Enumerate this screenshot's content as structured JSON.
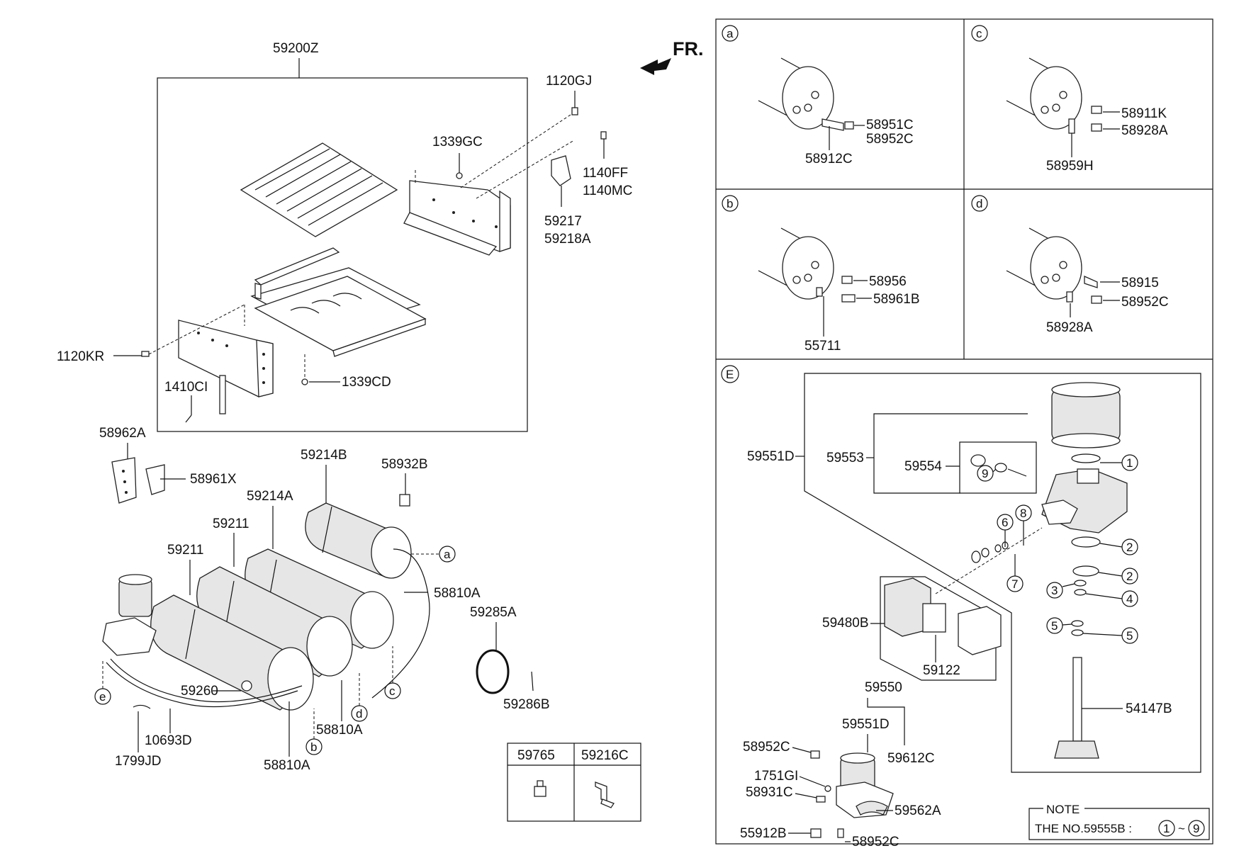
{
  "fr_label": "FR.",
  "main": {
    "assy_label": "59200Z",
    "bracket_parts": {
      "bolt_top": "1120GJ",
      "nut_top": "1339GC",
      "bolt_side_1": "1140FF",
      "bolt_side_2": "1140MC",
      "bracket_1": "59217",
      "bracket_2": "59218A",
      "bolt_left": "1120KR",
      "nut_bottom": "1339CD",
      "pin": "1410CI"
    },
    "bracket_small_1": "58962A",
    "bracket_small_2": "58961X",
    "tank_1": "59214B",
    "tank_2": "59214A",
    "tank_3": "59211",
    "tank_4": "59211",
    "fitting": "58932B",
    "tube_1": "58810A",
    "tube_2": "58810A",
    "tube_3": "58810A",
    "valve": "59260",
    "hose": "10693D",
    "clip": "1799JD",
    "strap": "59285A",
    "strap_bolt": "59286B",
    "refs": [
      "a",
      "b",
      "c",
      "d",
      "e"
    ]
  },
  "legend_table": {
    "col1": "59765",
    "col2": "59216C"
  },
  "details": {
    "a": {
      "letter": "a",
      "labels": [
        "58951C",
        "58952C",
        "58912C"
      ]
    },
    "b": {
      "letter": "b",
      "labels": [
        "58956",
        "58961B",
        "55711"
      ]
    },
    "c": {
      "letter": "c",
      "labels": [
        "58911K",
        "58928A",
        "58959H"
      ]
    },
    "d": {
      "letter": "d",
      "labels": [
        "58915",
        "58952C",
        "58928A"
      ]
    }
  },
  "detail_e": {
    "letter": "E",
    "labels": {
      "assy": "59551D",
      "housing": "59553",
      "kit": "59554",
      "kit2": "59480B",
      "kit3": "59122",
      "rod": "54147B",
      "dryer_assy": "59550",
      "dryer_sub": "59551D",
      "dryer_kit": "59612C",
      "conn_1": "58952C",
      "conn_2": "1751GI",
      "conn_3": "58931C",
      "bracket": "59562A",
      "elbow": "55912B",
      "conn_4": "58952C"
    },
    "numbers": [
      "1",
      "2",
      "2",
      "3",
      "4",
      "5",
      "5",
      "6",
      "7",
      "8",
      "9"
    ],
    "note_title": "NOTE",
    "note_text": "THE NO.59555B :",
    "note_range_from": "1",
    "note_tilde": "~",
    "note_range_to": "9"
  }
}
